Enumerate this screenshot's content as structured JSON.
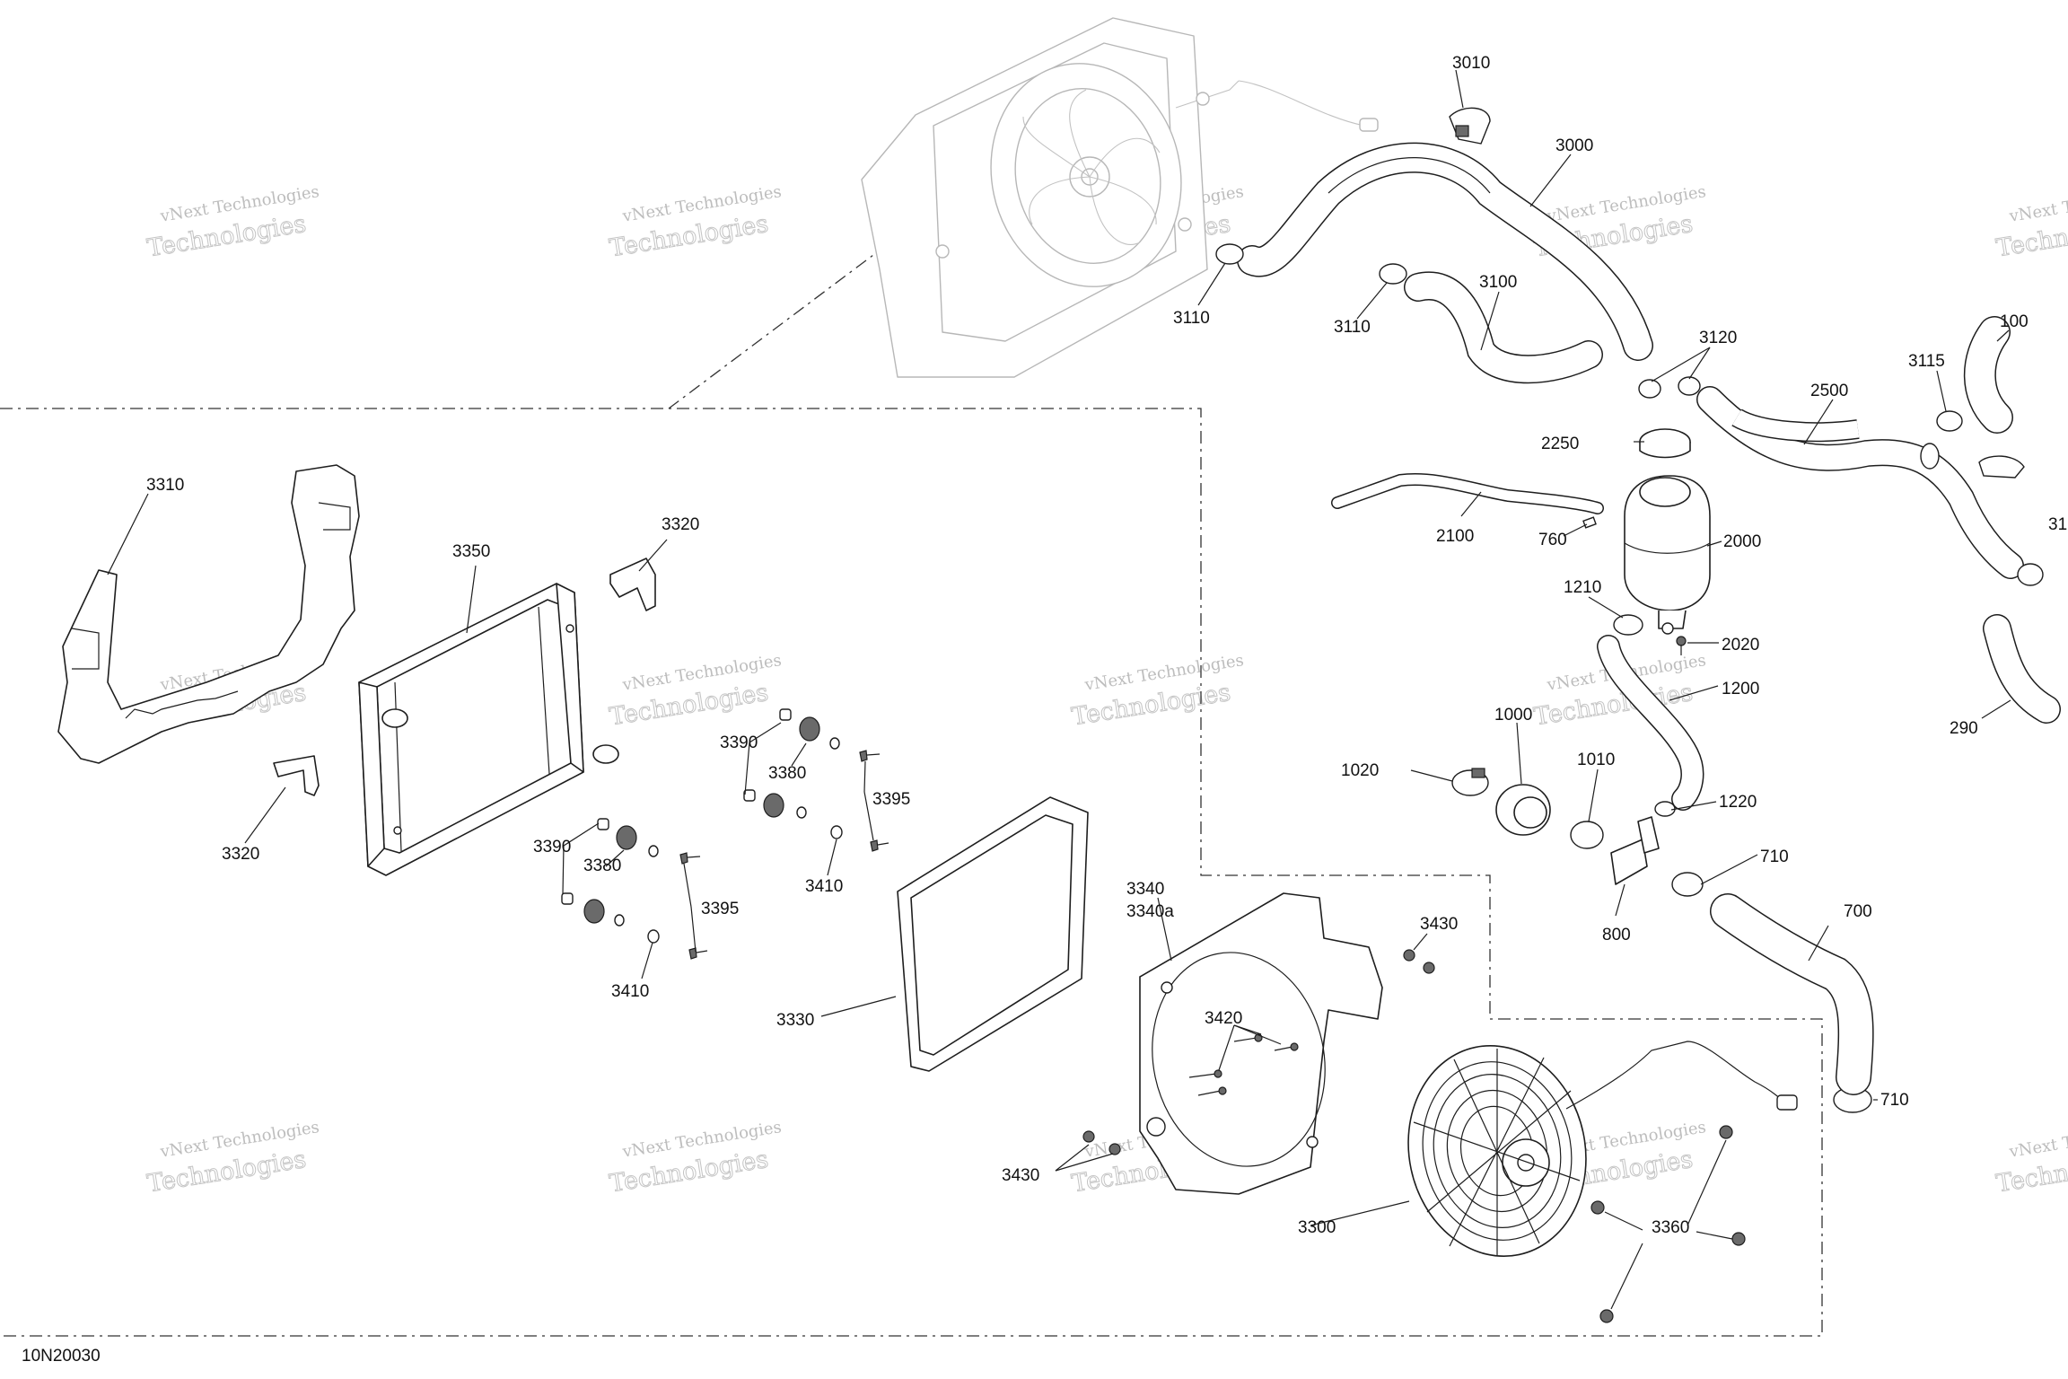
{
  "diagram_code": "10N20030",
  "watermark": {
    "line1": "vNext Technologies",
    "line2": "Technologies"
  },
  "callouts": {
    "c3010": "3010",
    "c3000": "3000",
    "c3110a": "3110",
    "c3110b": "3110",
    "c3100": "3100",
    "c3120": "3120",
    "c100": "100",
    "c3115": "3115",
    "c2500": "2500",
    "c2250": "2250",
    "c2100": "2100",
    "c760": "760",
    "c2000": "2000",
    "c1210": "1210",
    "c2020": "2020",
    "c1200": "1200",
    "c1000": "1000",
    "c1010": "1010",
    "c1020": "1020",
    "c1220": "1220",
    "c710a": "710",
    "c710b": "710",
    "c800": "800",
    "c700": "700",
    "c290": "290",
    "c31": "31",
    "c3310": "3310",
    "c3320a": "3320",
    "c3320b": "3320",
    "c3350": "3350",
    "c3390a": "3390",
    "c3390b": "3390",
    "c3380a": "3380",
    "c3380b": "3380",
    "c3395a": "3395",
    "c3395b": "3395",
    "c3410a": "3410",
    "c3410b": "3410",
    "c3330": "3330",
    "c3340": "3340",
    "c3340a": "3340a",
    "c3430a": "3430",
    "c3430b": "3430",
    "c3420": "3420",
    "c3300": "3300",
    "c3360": "3360"
  }
}
